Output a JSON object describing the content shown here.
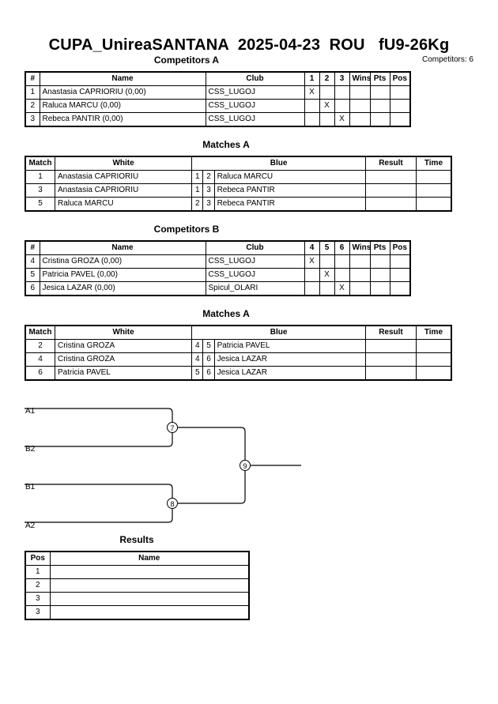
{
  "title": "CUPA_UnireaSANTANA  2025-04-23  ROU   fU9-26Kg",
  "competitors_count": "Competitors: 6",
  "competitors_a": {
    "title": "Competitors A",
    "headers": [
      "#",
      "Name",
      "Club",
      "1",
      "2",
      "3",
      "Wins",
      "Pts",
      "Pos"
    ],
    "rows": [
      {
        "num": "1",
        "name": "Anastasia CAPRIORIU  (0,00)",
        "club": "CSS_LUGOJ",
        "m1": "X",
        "m2": "",
        "m3": ""
      },
      {
        "num": "2",
        "name": "Raluca MARCU  (0,00)",
        "club": "CSS_LUGOJ",
        "m1": "",
        "m2": "X",
        "m3": ""
      },
      {
        "num": "3",
        "name": "Rebeca PANTIR  (0,00)",
        "club": "CSS_LUGOJ",
        "m1": "",
        "m2": "",
        "m3": "X"
      }
    ]
  },
  "matches_a": {
    "title": "Matches A",
    "headers": [
      "Match",
      "White",
      "Blue",
      "Result",
      "Time"
    ],
    "rows": [
      {
        "match": "1",
        "white": "Anastasia CAPRIORIU",
        "w": "1",
        "b": "2",
        "blue": "Raluca MARCU"
      },
      {
        "match": "3",
        "white": "Anastasia CAPRIORIU",
        "w": "1",
        "b": "3",
        "blue": "Rebeca PANTIR"
      },
      {
        "match": "5",
        "white": "Raluca MARCU",
        "w": "2",
        "b": "3",
        "blue": "Rebeca PANTIR"
      }
    ]
  },
  "competitors_b": {
    "title": "Competitors B",
    "headers": [
      "#",
      "Name",
      "Club",
      "4",
      "5",
      "6",
      "Wins",
      "Pts",
      "Pos"
    ],
    "rows": [
      {
        "num": "4",
        "name": "Cristina GROZA  (0,00)",
        "club": "CSS_LUGOJ",
        "m1": "X",
        "m2": "",
        "m3": ""
      },
      {
        "num": "5",
        "name": "Patricia PAVEL  (0,00)",
        "club": "CSS_LUGOJ",
        "m1": "",
        "m2": "X",
        "m3": ""
      },
      {
        "num": "6",
        "name": "Jesica LAZAR  (0,00)",
        "club": "Spicul_OLARI",
        "m1": "",
        "m2": "",
        "m3": "X"
      }
    ]
  },
  "matches_b": {
    "title": "Matches A",
    "headers": [
      "Match",
      "White",
      "Blue",
      "Result",
      "Time"
    ],
    "rows": [
      {
        "match": "2",
        "white": "Cristina GROZA",
        "w": "4",
        "b": "5",
        "blue": "Patricia PAVEL"
      },
      {
        "match": "4",
        "white": "Cristina GROZA",
        "w": "4",
        "b": "6",
        "blue": "Jesica LAZAR"
      },
      {
        "match": "6",
        "white": "Patricia PAVEL",
        "w": "5",
        "b": "6",
        "blue": "Jesica LAZAR"
      }
    ]
  },
  "bracket": {
    "labels": [
      "A1",
      "B2",
      "B1",
      "A2"
    ],
    "nodes": [
      "7",
      "8",
      "9"
    ]
  },
  "results": {
    "title": "Results",
    "headers": [
      "Pos",
      "Name"
    ],
    "rows": [
      {
        "pos": "1",
        "name": ""
      },
      {
        "pos": "2",
        "name": ""
      },
      {
        "pos": "3",
        "name": ""
      },
      {
        "pos": "3",
        "name": ""
      }
    ]
  }
}
